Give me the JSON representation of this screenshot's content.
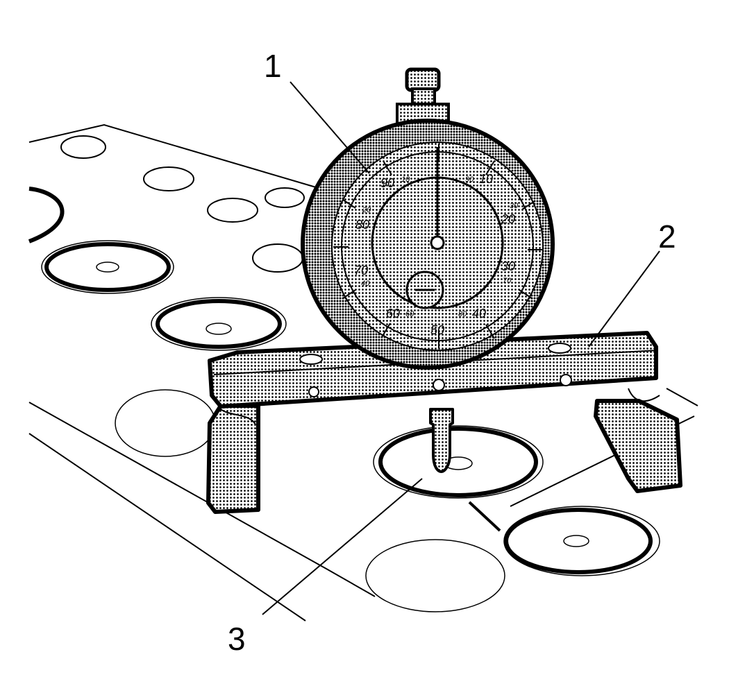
{
  "callouts": {
    "dial_gauge": "1",
    "gauge_bar": "2",
    "cylinder_bore": "3"
  },
  "dial": {
    "outer_scale": [
      "90",
      "80",
      "70",
      "60",
      "50",
      "40",
      "30",
      "20",
      "10"
    ],
    "inner_scale": [
      "10",
      "20",
      "30",
      "40",
      "90",
      "80",
      "70",
      "60"
    ]
  },
  "colors": {
    "ink": "#000000",
    "paper": "#ffffff",
    "stipple": "#000000"
  }
}
